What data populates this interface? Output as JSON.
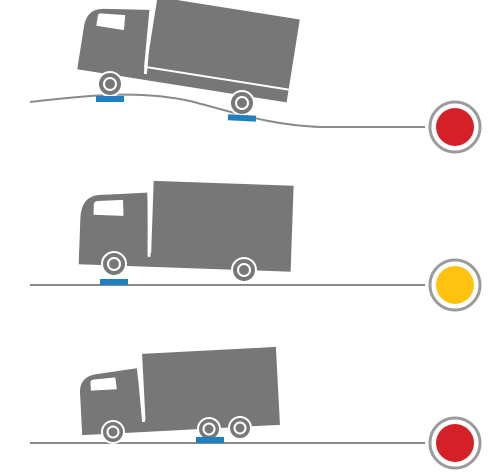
{
  "colors": {
    "truck": "#777777",
    "truck_detail": "#ffffff",
    "ground_line": "#8a8a8a",
    "sensor_pad": "#1f7fc1",
    "indicator_ring": "#9b9b9b",
    "status_red": "#d62027",
    "status_amber": "#ffc20e"
  },
  "scenarios": [
    {
      "id": "uneven-ground-front-and-rear-contact",
      "status": "red",
      "terrain": "uneven",
      "sensor_pads": 2
    },
    {
      "id": "flat-ground-front-contact",
      "status": "amber",
      "terrain": "flat",
      "sensor_pads": 1
    },
    {
      "id": "flat-ground-tandem-rear-contact",
      "status": "red",
      "terrain": "flat",
      "sensor_pads": 1
    }
  ],
  "icons": [
    "truck-icon",
    "truck-icon",
    "truck-icon",
    "status-light-icon",
    "status-light-icon",
    "status-light-icon"
  ]
}
